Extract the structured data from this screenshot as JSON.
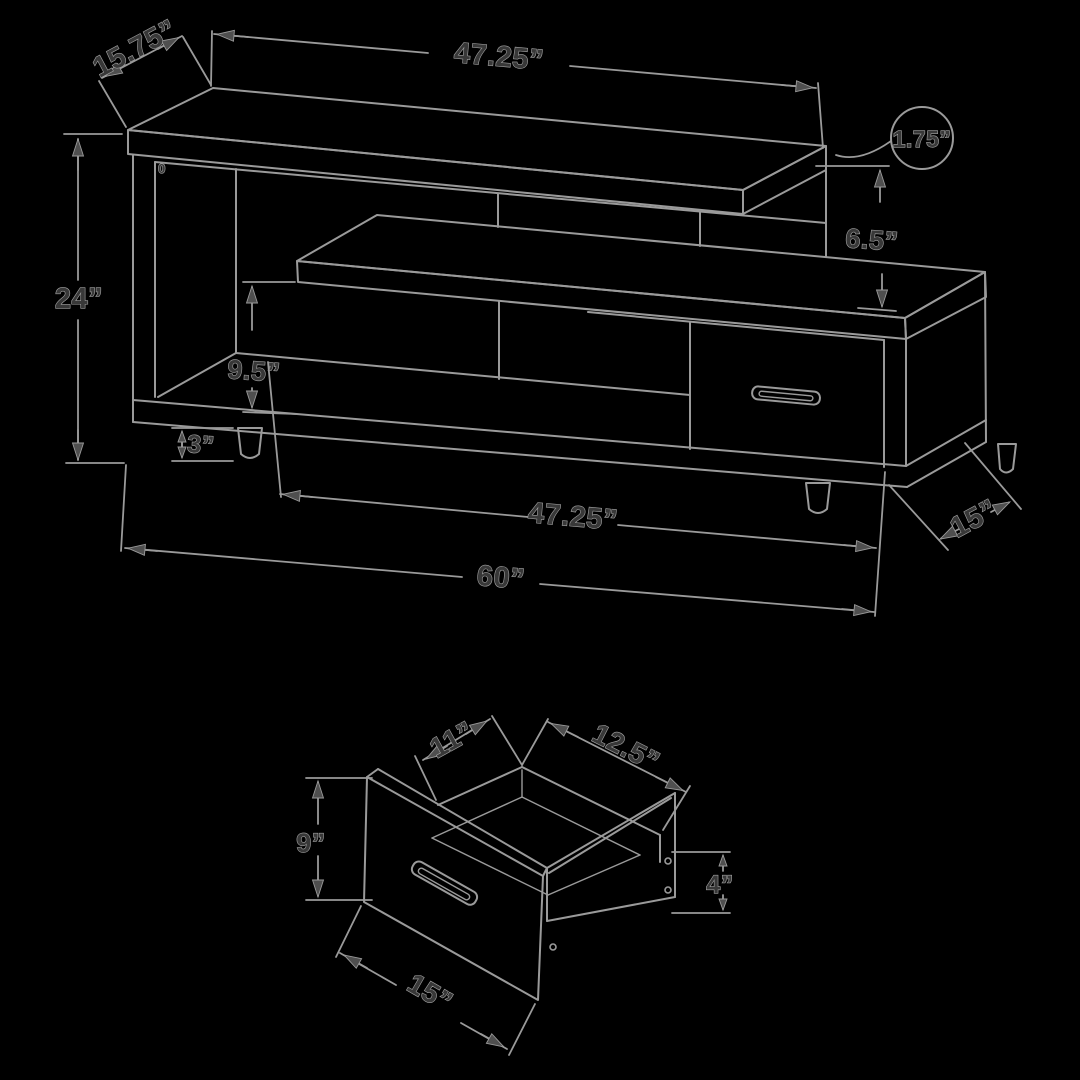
{
  "diagram": {
    "title": "TV stand dimension drawing",
    "colors": {
      "background": "#000000",
      "line": "#9a9a9a",
      "text_fill": "#383838",
      "text_halo": "#a2a2a2",
      "arrow_fill": "#4f4f4f"
    },
    "main_view": {
      "name": "tv-stand-isometric-view",
      "dims": {
        "top_depth": "15.75”",
        "top_width": "47.25”",
        "top_thickness": "1.75”",
        "shelf_gap": "6.5”",
        "overall_height": "24”",
        "open_height": "9.5”",
        "leg_height": "3”",
        "cabinet_width": "47.25”",
        "overall_width": "60”",
        "cabinet_depth": "15”",
        "stray_mark": "0"
      }
    },
    "drawer_view": {
      "name": "drawer-detail-view",
      "dims": {
        "inner_depth": "11”",
        "inner_width": "12.5”",
        "front_height": "9”",
        "side_height": "4”",
        "front_width": "15”"
      }
    }
  }
}
